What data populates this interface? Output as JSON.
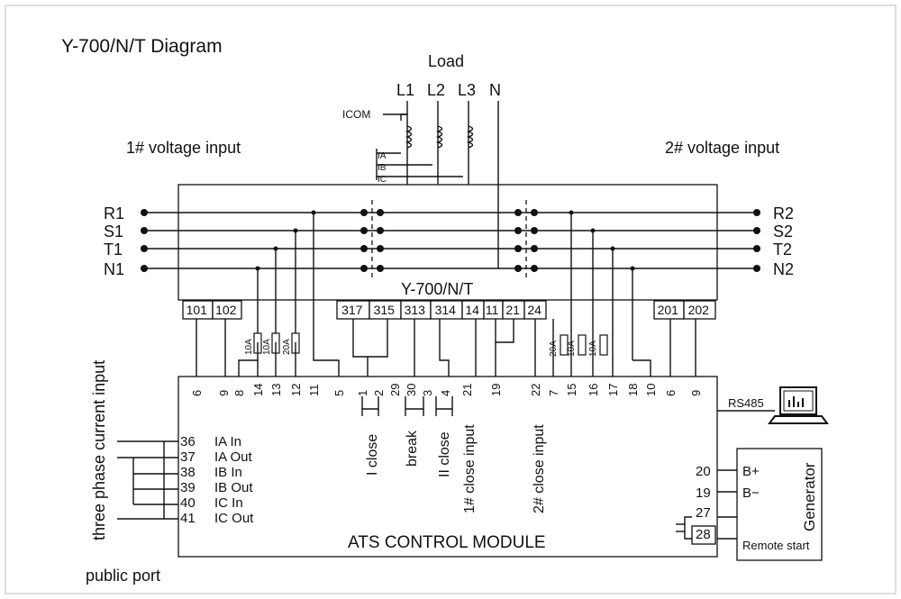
{
  "title": "Y-700/N/T Diagram",
  "load": {
    "label": "Load",
    "phases": [
      "L1",
      "L2",
      "L3",
      "N"
    ],
    "icom": "ICOM",
    "ct": [
      "IA",
      "IB",
      "IC"
    ]
  },
  "inputs": {
    "source1": "1# voltage input",
    "source2": "2# voltage input"
  },
  "bus_left": [
    "R1",
    "S1",
    "T1",
    "N1"
  ],
  "bus_right": [
    "R2",
    "S2",
    "T2",
    "N2"
  ],
  "switch_label": "Y-700/N/T",
  "switch_terminals": [
    "101",
    "102",
    "317",
    "315",
    "313",
    "314",
    "14",
    "11",
    "21",
    "24",
    "201",
    "202"
  ],
  "module": {
    "name": "ATS CONTROL MODULE",
    "top_terminals": [
      "6",
      "9",
      "8",
      "14",
      "13",
      "12",
      "11",
      "5",
      "1",
      "2",
      "29",
      "30",
      "3",
      "4",
      "21",
      "19",
      "22",
      "7",
      "15",
      "16",
      "17",
      "18",
      "10",
      "6",
      "9"
    ],
    "left_terminals": [
      "36",
      "37",
      "38",
      "39",
      "40",
      "41"
    ],
    "left_signals": [
      "IA In",
      "IA Out",
      "IB In",
      "IB Out",
      "IC In",
      "IC Out"
    ],
    "right_terminals": [
      "20",
      "19",
      "27",
      "28"
    ],
    "vertical_labels": [
      "I close",
      "break",
      "II close",
      "1# close input",
      "2# close input"
    ]
  },
  "fuses_left": [
    "10A",
    "10A",
    "20A"
  ],
  "fuses_right": [
    "20A",
    "10A",
    "10A"
  ],
  "side_label": "three phase current input",
  "public_port": "public port",
  "comm": "RS485",
  "generator": {
    "title": "Generator",
    "bplus": "B+",
    "bminus": "B−",
    "remote": "Remote start"
  }
}
